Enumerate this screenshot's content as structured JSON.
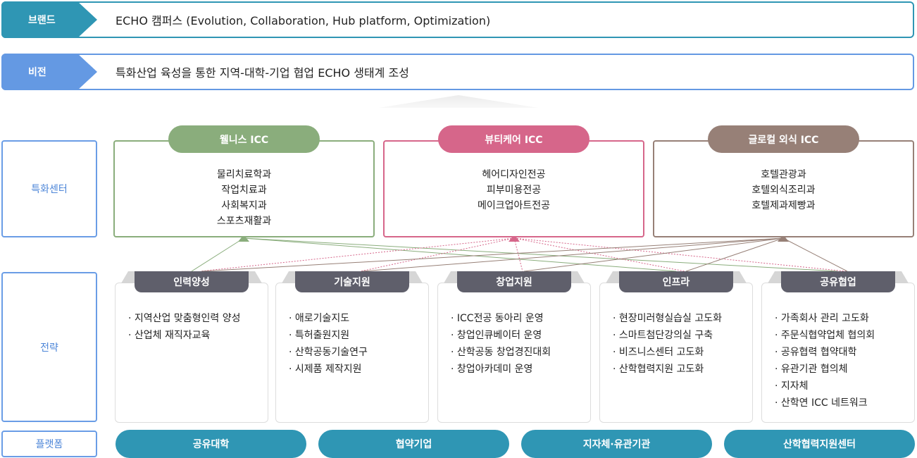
{
  "brand": {
    "label": "브랜드",
    "text": "ECHO 캠퍼스 (Evolution, Collaboration, Hub platform, Optimization)"
  },
  "vision": {
    "label": "비전",
    "text": "특화산업 육성을 통한 지역-대학-기업 협업 ECHO 생태계 조성"
  },
  "side_labels": {
    "centers": "특화센터",
    "strategy": "전략",
    "platform": "플랫폼"
  },
  "colors": {
    "teal": "#2f96b4",
    "blue": "#6499e3",
    "green": "#8aad7c",
    "pink": "#d6668a",
    "brown": "#978077",
    "tab": "#5f5f6b"
  },
  "iccs": [
    {
      "title": "웰니스 ICC",
      "items": [
        "물리치료학과",
        "작업치료과",
        "사회복지과",
        "스포츠재활과"
      ]
    },
    {
      "title": "뷰티케어 ICC",
      "items": [
        "헤어디자인전공",
        "피부미용전공",
        "메이크업아트전공"
      ]
    },
    {
      "title": "글로컬 외식 ICC",
      "items": [
        "호텔관광과",
        "호텔외식조리과",
        "호텔제과제빵과"
      ]
    }
  ],
  "strategies": [
    {
      "title": "인력양성",
      "items": [
        "· 지역산업 맞춤형인력 양성",
        "· 산업체 재직자교육"
      ]
    },
    {
      "title": "기술지원",
      "items": [
        "· 애로기술지도",
        "· 특허출원지원",
        "· 산학공동기술연구",
        "· 시제품 제작지원"
      ]
    },
    {
      "title": "창업지원",
      "items": [
        "· ICC전공 동아리 운영",
        "· 창업인큐베이터 운영",
        "· 산학공동 창업경진대회",
        "· 창업아카데미 운영"
      ]
    },
    {
      "title": "인프라",
      "items": [
        "· 현장미러형실습실 고도화",
        "· 스마트첨단강의실 구축",
        "· 비즈니스센터 고도화",
        "· 산학협력지원 고도화"
      ]
    },
    {
      "title": "공유협업",
      "items": [
        "· 가족회사 관리 고도화",
        "· 주문식협약업체 협의회",
        "· 공유협력 협약대학",
        "· 유관기관 협의체",
        "· 지자체",
        "· 산학연 ICC 네트워크"
      ]
    }
  ],
  "platforms": [
    "공유대학",
    "협약기업",
    "지자체·유관기관",
    "산학협력지원센터"
  ]
}
